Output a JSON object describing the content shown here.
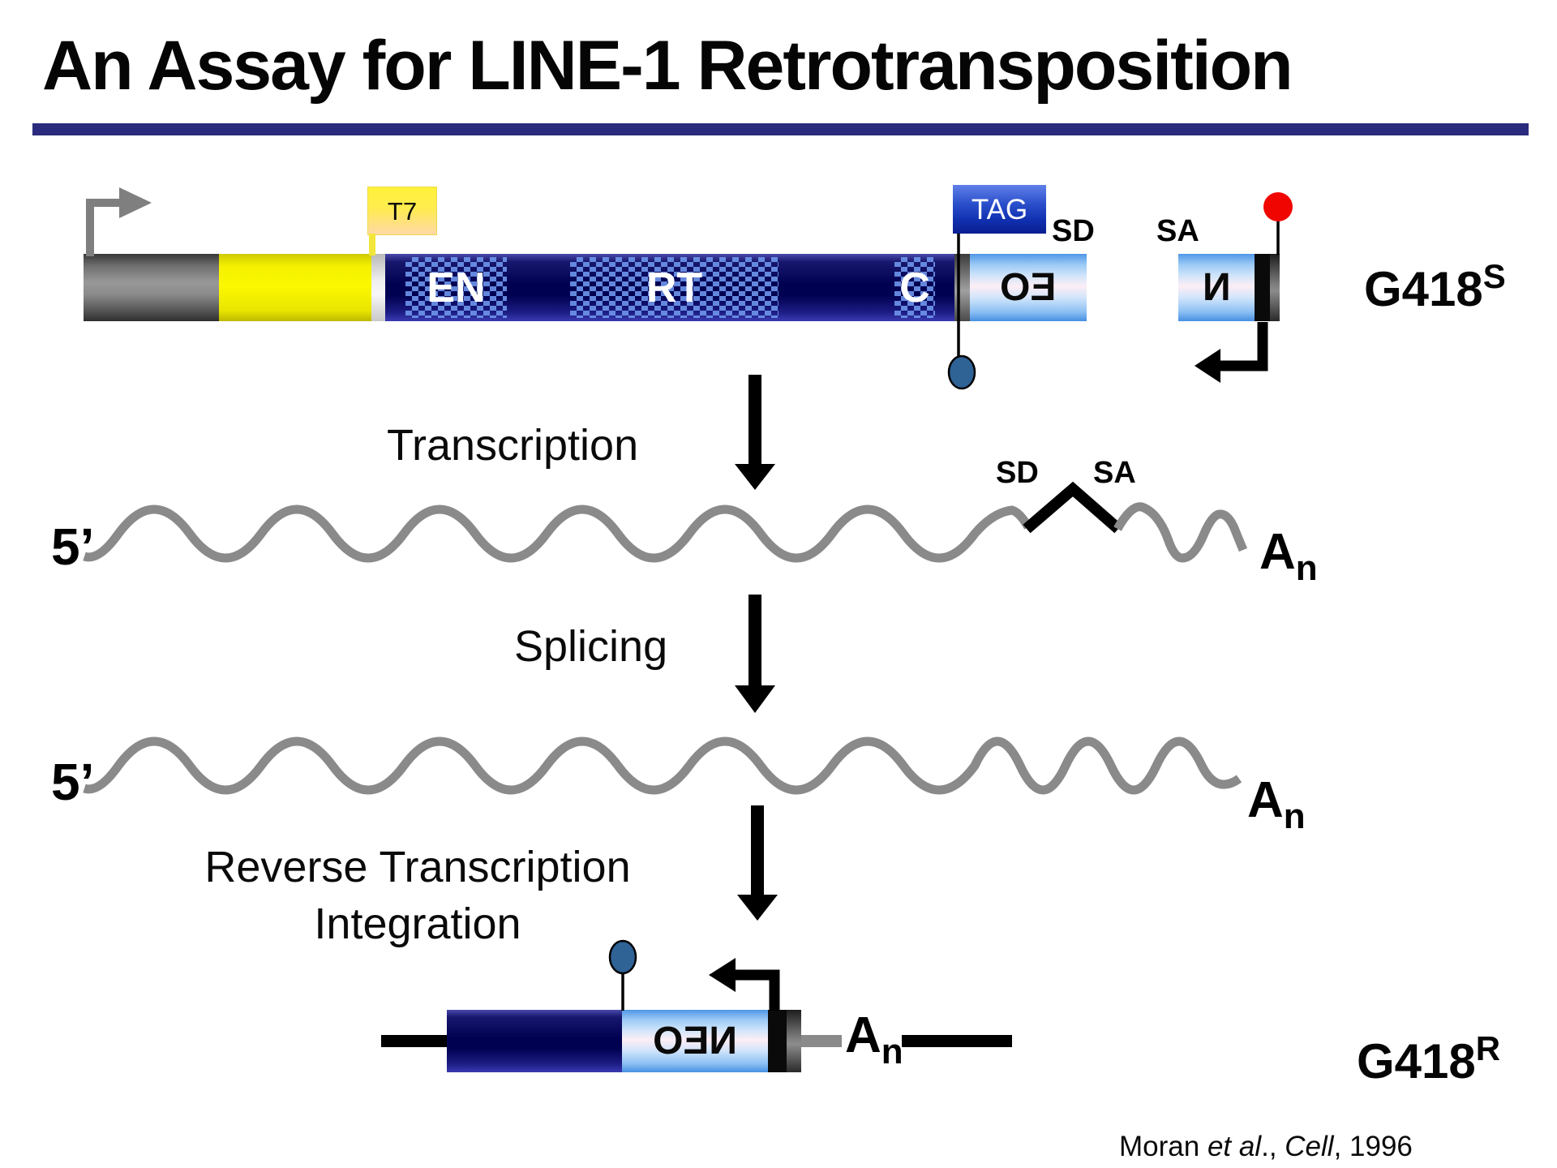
{
  "title": "An Assay for LINE-1 Retrotransposition",
  "colors": {
    "underline": "#2b2b7d",
    "navy": "#010152",
    "utr_yellow": "#f4f000",
    "exon_blue": "#8cc0f3",
    "tag_blue": "#2c50cc",
    "polyA_red": "#f00500",
    "lollipop_steel_blue": "#2f6295",
    "rna_wave_gray": "#8a8a8a",
    "promoter_gray": "#7f7f7f"
  },
  "construct": {
    "t7_label": "T7",
    "tag_label": "TAG",
    "en_label": "EN",
    "rt_label": "RT",
    "c_label": "C",
    "neo_exon1_label": "EO",
    "neo_exon2_label": "N",
    "sd_label": "SD",
    "sa_label": "SA",
    "g418s": {
      "base": "G418",
      "sup": "S"
    }
  },
  "steps": [
    {
      "label": "Transcription"
    },
    {
      "label": "Splicing"
    },
    {
      "label": "Reverse Transcription",
      "label2": "Integration"
    }
  ],
  "rna1": {
    "five_prime": "5’",
    "sd_label": "SD",
    "sa_label": "SA",
    "polyA": {
      "base": "A",
      "sub": "n"
    }
  },
  "rna2": {
    "five_prime": "5’",
    "polyA": {
      "base": "A",
      "sub": "n"
    }
  },
  "integrated": {
    "neo_label": "NEO",
    "polyA": {
      "base": "A",
      "sub": "n"
    },
    "g418r": {
      "base": "G418",
      "sup": "R"
    }
  },
  "citation": {
    "author": "Moran ",
    "etal": "et al",
    "sep1": "., ",
    "journal": "Cell",
    "sep2": ", 1996"
  }
}
